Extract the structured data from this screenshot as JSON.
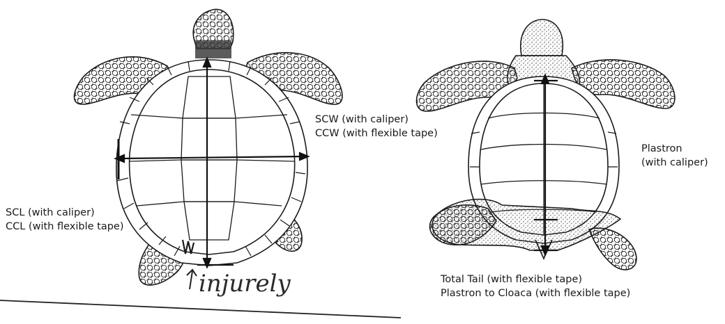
{
  "labels": {
    "scw": "SCW (with caliper)",
    "ccw": "CCW (with flexible tape)",
    "scl": "SCL (with caliper)",
    "ccl": "CCL (with flexible tape)",
    "plastron": "Plastron",
    "plastron_method": "(with caliper)",
    "total_tail": "Total Tail (with flexible tape)",
    "plastron_to_cloaca": "Plastron to Cloaca (with flexible tape)"
  },
  "handwriting": {
    "note": "injurely"
  },
  "colors": {
    "ink": "#1a1a1a",
    "stipple": "#555555",
    "paper": "#ffffff"
  }
}
